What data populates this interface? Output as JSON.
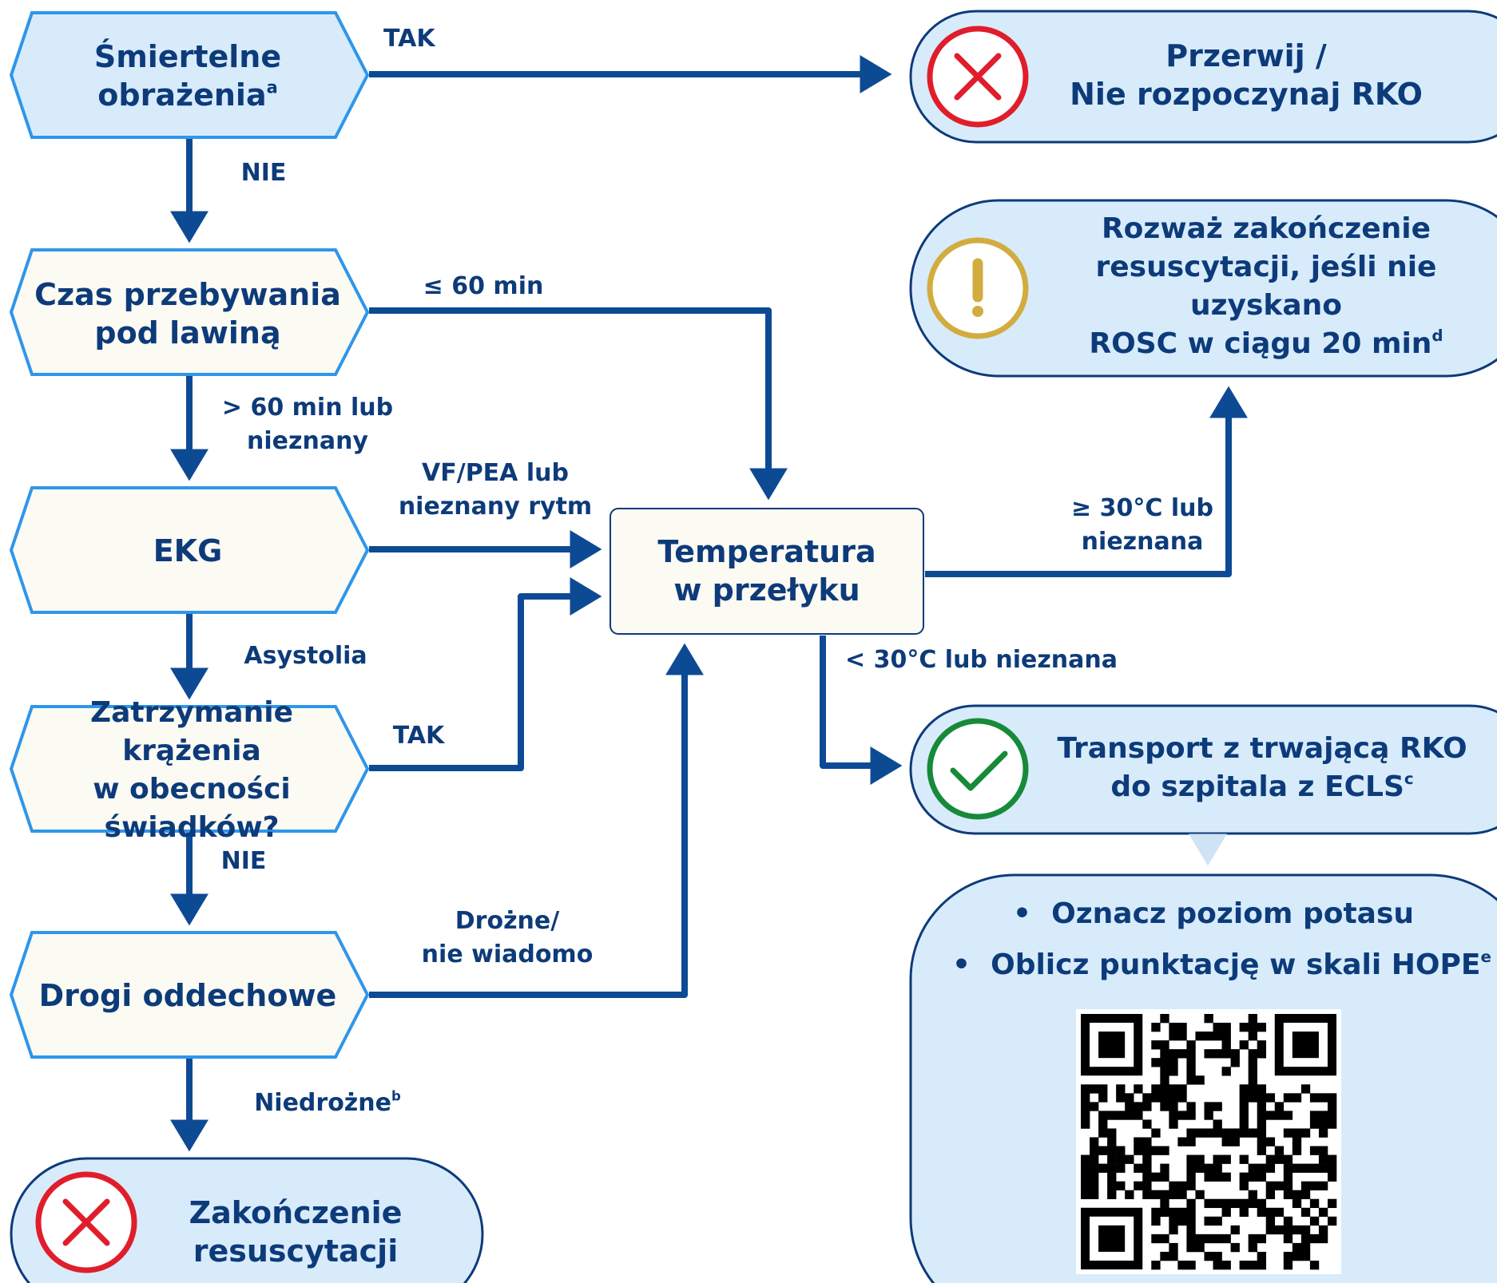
{
  "nodes": {
    "fatal_injuries": {
      "line1": "Śmiertelne",
      "line2": "obrażenia",
      "sup": "a"
    },
    "burial_time": {
      "line1": "Czas przebywania",
      "line2": "pod lawiną"
    },
    "ekg": {
      "line1": "EKG"
    },
    "witnessed_arrest": {
      "line1": "Zatrzymanie krążenia",
      "line2": "w obecności świadków?"
    },
    "airway": {
      "line1": "Drogi oddechowe"
    },
    "temperature": {
      "line1": "Temperatura",
      "line2": "w przełyku"
    }
  },
  "outcomes": {
    "stop_cpr": {
      "line1": "Przerwij /",
      "line2": "Nie rozpoczynaj RKO"
    },
    "consider_termination": {
      "line1": "Rozważ zakończenie",
      "line2": "resuscytacji, jeśli nie uzyskano",
      "line3": "ROSC w ciągu 20 min",
      "sup": "d"
    },
    "transport": {
      "line1": "Transport z trwającą RKO",
      "line2": "do szpitala z ECLS",
      "sup": "c"
    },
    "termination": {
      "line1": "Zakończenie",
      "line2": "resuscytacji"
    },
    "hospital_steps": {
      "bullet1": "Oznacz poziom potasu",
      "bullet2": "Oblicz punktację w skali HOPE",
      "bullet2_sup": "e",
      "bullet_symbol": "•"
    }
  },
  "edge_labels": {
    "fatal_yes": "TAK",
    "fatal_no": "NIE",
    "burial_le60": "≤ 60 min",
    "burial_gt60_line1": "> 60 min lub",
    "burial_gt60_line2": "nieznany",
    "ekg_vf_line1": "VF/PEA lub",
    "ekg_vf_line2": "nieznany rytm",
    "ekg_asystole": "Asystolia",
    "witnessed_yes": "TAK",
    "witnessed_no": "NIE",
    "airway_open_line1": "Drożne/",
    "airway_open_line2": "nie wiadomo",
    "airway_blocked": "Niedrożne",
    "airway_blocked_sup": "b",
    "temp_ge30_line1": "≥ 30°C lub",
    "temp_ge30_line2": "nieznana",
    "temp_lt30": "< 30°C lub nieznana"
  },
  "icons": {
    "stop_cpr": "cross-icon",
    "consider_termination": "exclamation-icon",
    "transport": "checkmark-icon",
    "termination": "cross-icon",
    "hospital_steps": "qr-code"
  },
  "colors": {
    "arrow": "#0d4a94",
    "hex_fill": "#d7ebfb",
    "hex_border": "#2f96ea",
    "pill_fill": "#d7ebfb",
    "pill_border": "#0d3b7a",
    "text": "#0d3b7a",
    "cross": "#e01e2b",
    "warning": "#d2ac3f",
    "check": "#178a3a"
  }
}
